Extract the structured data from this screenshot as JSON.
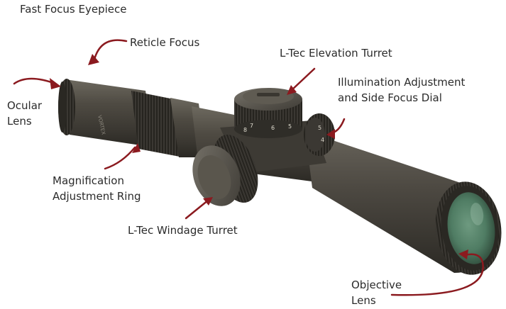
{
  "labels": {
    "fast_focus_eyepiece": "Fast Focus Eyepiece",
    "reticle_focus": "Reticle Focus",
    "elevation_turret": "L-Tec Elevation Turret",
    "illumination_line1": "Illumination Adjustment",
    "illumination_line2": "and Side Focus Dial",
    "ocular_line1": "Ocular",
    "ocular_line2": "Lens",
    "magnification_line1": "Magnification",
    "magnification_line2": "Adjustment Ring",
    "windage_turret": "L-Tec Windage Turret",
    "objective_line1": "Objective",
    "objective_line2": "Lens"
  },
  "turret_marks": {
    "elevation_numbers": [
      "7",
      "8",
      "6",
      "5"
    ],
    "side_dial_numbers": [
      "5",
      "4"
    ]
  },
  "colors": {
    "arrow": "#8b1a1f",
    "scope_body": "#4a4740",
    "scope_dark": "#2a2823",
    "lens_glass": "#4f7c63",
    "text": "#2b2b2b"
  }
}
